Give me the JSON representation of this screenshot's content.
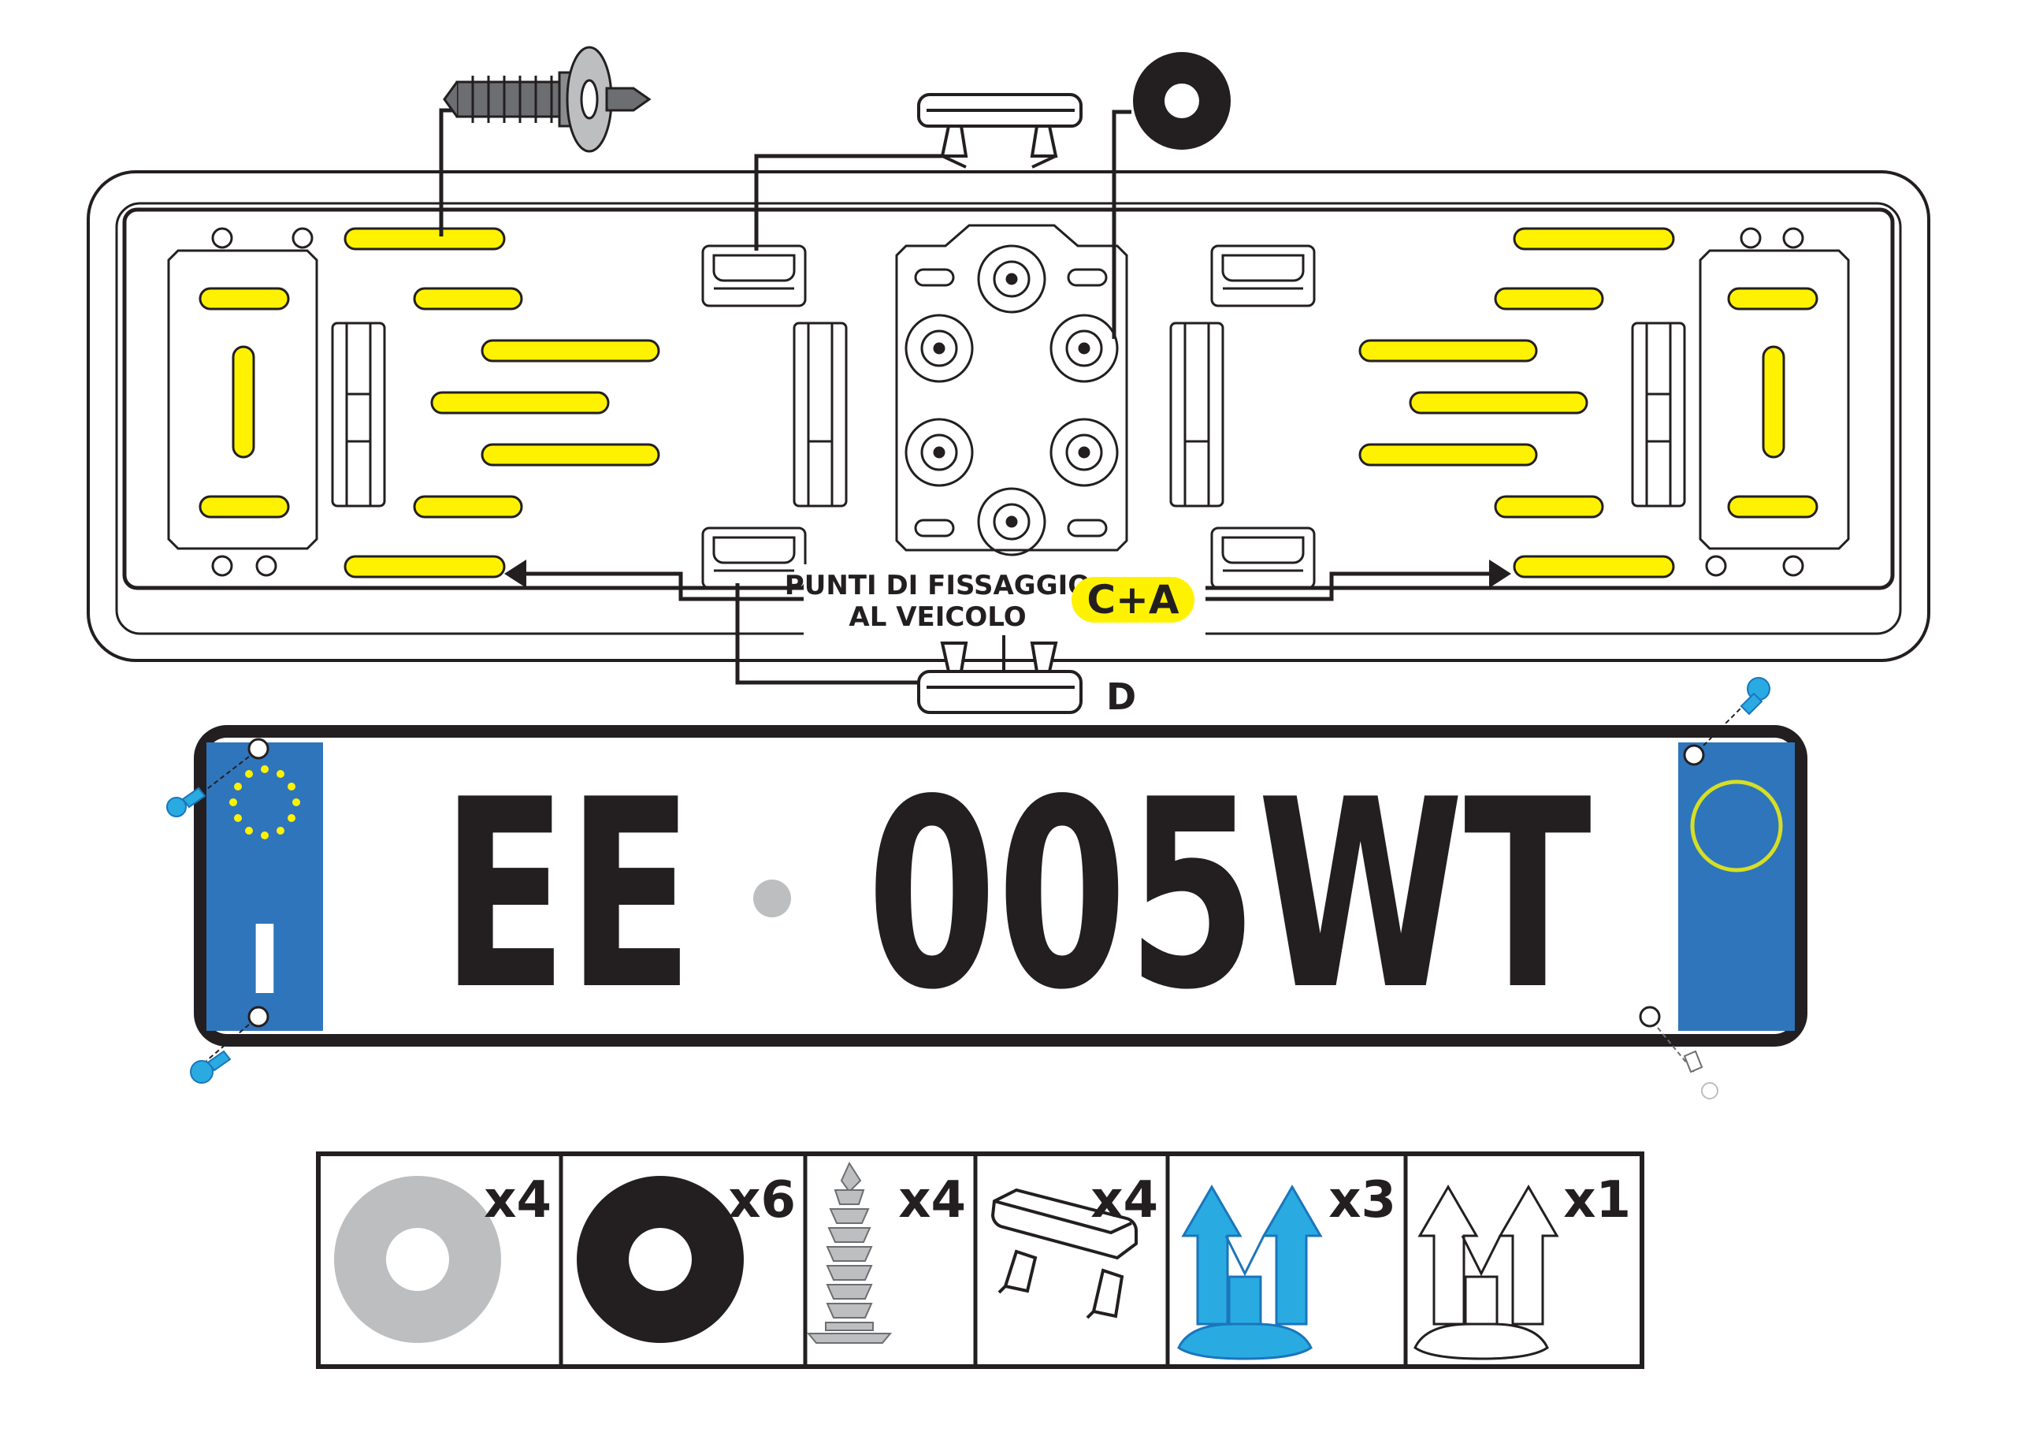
{
  "labels": {
    "fixing_line1": "PUNTI DI FISSAGGIO",
    "fixing_line2": "AL VEICOLO",
    "ca_badge": "C+A",
    "d_label": "D"
  },
  "plate": {
    "letters": "EE",
    "numbers": "005WT",
    "country_code": "I"
  },
  "parts": [
    {
      "name": "grey-washer",
      "qty": "x4"
    },
    {
      "name": "black-washer",
      "qty": "x6"
    },
    {
      "name": "screw",
      "qty": "x4"
    },
    {
      "name": "clip",
      "qty": "x4"
    },
    {
      "name": "blue-rivet",
      "qty": "x3"
    },
    {
      "name": "white-rivet",
      "qty": "x1"
    }
  ],
  "colors": {
    "outline": "#231f20",
    "yellow": "#fff200",
    "eu_blue": "#2f75bb",
    "rivet_blue": "#29abe2",
    "grey": "#bcbec0"
  }
}
